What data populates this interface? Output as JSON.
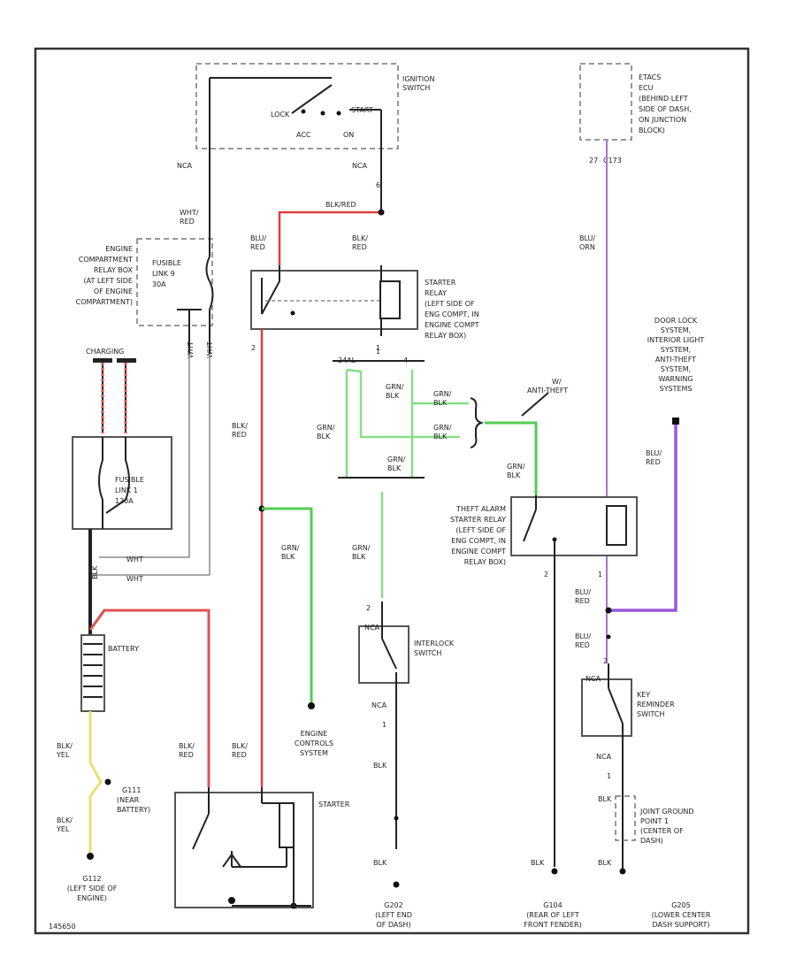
{
  "labels": {
    "ignition_switch": [
      "IGNITION",
      "SWITCH"
    ],
    "switch_lock": "LOCK",
    "switch_start": "START",
    "switch_acc": "ACC",
    "switch_on": "ON",
    "etacs": [
      "ETACS",
      "ECU",
      "(BEHIND LEFT",
      "SIDE OF DASH,",
      "ON JUNCTION",
      "BLOCK)"
    ],
    "etacs_pin": "27",
    "etacs_conn": "C173",
    "nca_left": "NCA",
    "nca_right": "NCA",
    "pin_ign_right": "6",
    "wht_red": [
      "WHT/",
      "RED"
    ],
    "blk_red_top": "BLK/RED",
    "engine_relay_box": [
      "ENGINE",
      "COMPARTMENT",
      "RELAY BOX",
      "(AT LEFT SIDE",
      "OF ENGINE",
      "COMPARTMENT)"
    ],
    "fusible_link_9": [
      "FUSIBLE",
      "LINK 9",
      "30A"
    ],
    "blu_red_a": [
      "BLU/",
      "RED"
    ],
    "blk_red_a": [
      "BLK/",
      "RED"
    ],
    "starter_relay": [
      "STARTER",
      "RELAY",
      "(LEFT SIDE OF",
      "ENG COMPT, IN",
      "ENGINE COMPT",
      "RELAY BOX)"
    ],
    "pin_sr_2": "2",
    "pin_sr_1": "1",
    "blu_orn": [
      "BLU/",
      "ORN"
    ],
    "charging": "CHARGING",
    "wht_1": "WHT",
    "wht_2": "WHT",
    "blk_red_b": [
      "BLK/",
      "RED"
    ],
    "conn_24al": "24AL",
    "conn_1": "1",
    "conn_4": "4",
    "grn_blk_a": [
      "GRN/",
      "BLK"
    ],
    "grn_blk_b": [
      "GRN/",
      "BLK"
    ],
    "grn_blk_c": [
      "GRN/",
      "BLK"
    ],
    "grn_blk_d": [
      "GRN/",
      "BLK"
    ],
    "grn_blk_e": [
      "GRN/",
      "BLK"
    ],
    "with_antitheft": [
      "W/",
      "ANTI-THEFT"
    ],
    "door_lock": [
      "DOOR LOCK",
      "SYSTEM,",
      "INTERIOR LIGHT",
      "SYSTEM,",
      "ANTI-THEFT",
      "SYSTEM,",
      "WARNING",
      "SYSTEMS"
    ],
    "fusible_link_1": [
      "FUSIBLE",
      "LINK 1",
      "120A"
    ],
    "blu_red_b": [
      "BLU/",
      "RED"
    ],
    "wht_a": "WHT",
    "wht_b": "WHT",
    "blk_side": "BLK",
    "grn_blk_f": [
      "GRN/",
      "BLK"
    ],
    "grn_blk_g": [
      "GRN/",
      "BLK"
    ],
    "grn_blk_h": [
      "GRN/",
      "BLK"
    ],
    "theft_alarm": [
      "THEFT ALARM",
      "STARTER RELAY",
      "(LEFT SIDE OF",
      "ENG COMPT, IN",
      "ENGINE COMPT",
      "RELAY BOX)"
    ],
    "pin_ta_2": "2",
    "pin_ta_1": "1",
    "blu_red_c": [
      "BLU/",
      "RED"
    ],
    "battery": "BATTERY",
    "pin_il_2": "2",
    "nca_inhibitor": "NCA",
    "interlock_switch": [
      "INTERLOCK",
      "SWITCH"
    ],
    "nca_il": "NCA",
    "pin_il_1": "1",
    "blu_red_d": [
      "BLU/",
      "RED"
    ],
    "pin_kr": "2",
    "nca_key": "NCA",
    "key_reminder": [
      "KEY",
      "REMINDER",
      "SWITCH"
    ],
    "engine_controls": [
      "ENGINE",
      "CONTROLS",
      "SYSTEM"
    ],
    "blk_yel_a": [
      "BLK/",
      "YEL"
    ],
    "blk_red_c": [
      "BLK/",
      "RED"
    ],
    "blk_red_d": [
      "BLK/",
      "RED"
    ],
    "g111": "G111",
    "g111_loc": [
      "(NEAR",
      "BATTERY)"
    ],
    "blk_il": "BLK",
    "nca_kr2": "NCA",
    "pin_kr_1": "1",
    "blk_kr": "BLK",
    "joint_ground": [
      "JOINT GROUND",
      "POINT 1",
      "(CENTER OF",
      "DASH)"
    ],
    "blk_yel_b": [
      "BLK/",
      "YEL"
    ],
    "starter": "STARTER",
    "g112": "G112",
    "g112_loc": [
      "(LEFT SIDE OF",
      "ENGINE)"
    ],
    "blk_g202": "BLK",
    "blk_g104": "BLK",
    "blk_g205": "BLK",
    "g202": "G202",
    "g202_loc": [
      "(LEFT END",
      "OF DASH)"
    ],
    "g104": "G104",
    "g104_loc": [
      "(REAR OF LEFT",
      "FRONT FENDER)"
    ],
    "g205": "G205",
    "g205_loc": [
      "(LOWER CENTER",
      "DASH SUPPORT)"
    ],
    "figure_id": "145650"
  },
  "colors": {
    "red_wire": "#d94040",
    "green_wire": "#55cc55",
    "purple_wire": "#9a55e0",
    "yellow_wire": "#e8e070"
  }
}
